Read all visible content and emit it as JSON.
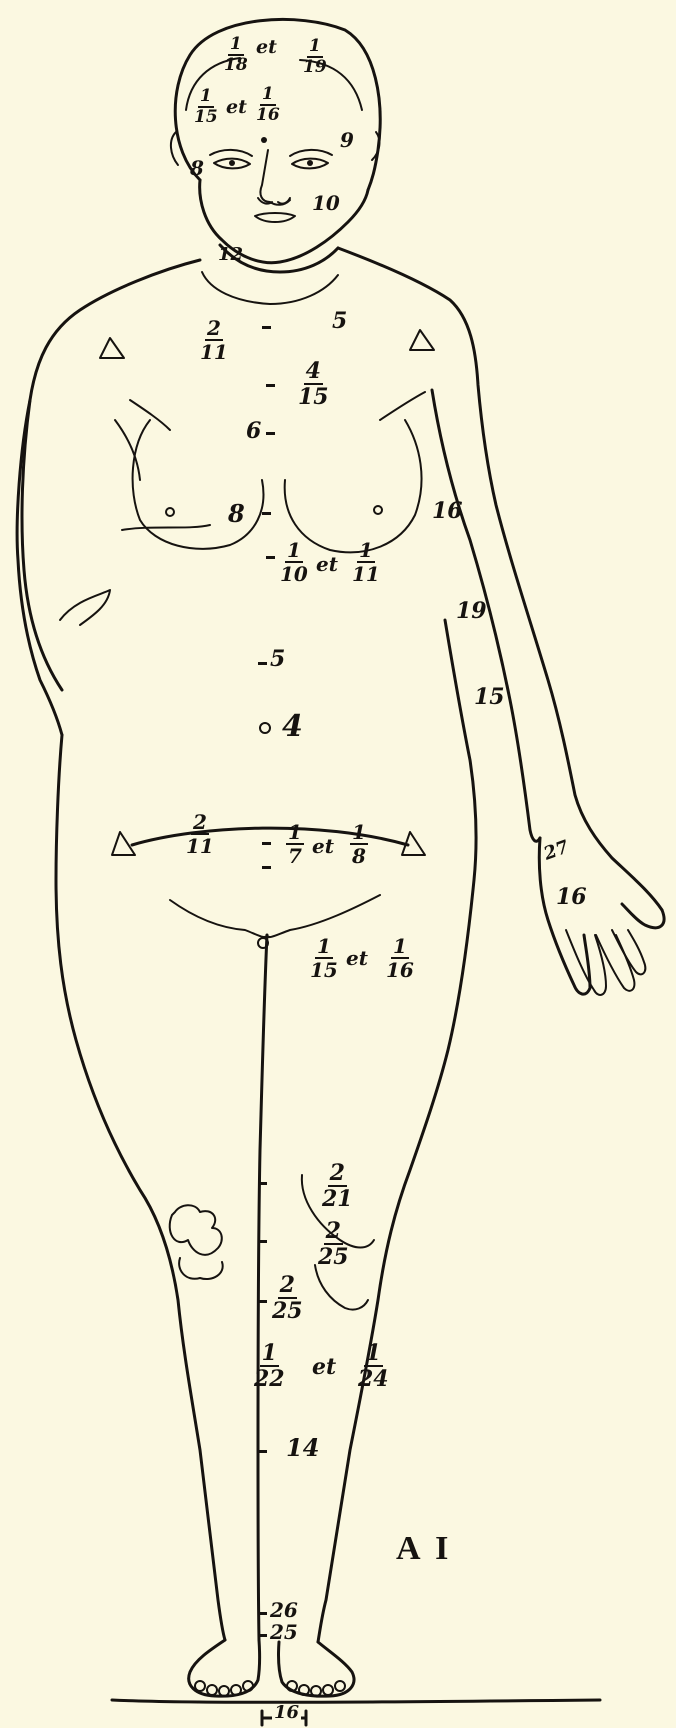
{
  "figure": {
    "plate_label": "A I",
    "head": {
      "crown_a": "1",
      "crown_et": "et",
      "crown_b": "1",
      "crown_den_left": "18",
      "crown_den_right": "19",
      "brow_num_left": "1",
      "brow_den_left": "15",
      "brow_et": "et",
      "brow_num_right": "1",
      "brow_den_right": "16",
      "temple_left": "8",
      "temple_right": "9",
      "cheek": "10",
      "chin": "12"
    },
    "torso": {
      "shoulder_num": "2",
      "shoulder_den": "11",
      "neck": "5",
      "sternum_num": "4",
      "sternum_den": "15",
      "breast_upper": "6",
      "breast_line": "8",
      "below_breast_num_a": "1",
      "below_breast_den_a": "10",
      "below_breast_et": "et",
      "below_breast_num_b": "1",
      "below_breast_den_b": "11",
      "waist": "5",
      "navel": "4",
      "hip_num": "2",
      "hip_den": "11",
      "hip_frac_num_a": "1",
      "hip_frac_den_a": "7",
      "hip_et": "et",
      "hip_frac_num_b": "1",
      "hip_frac_den_b": "8",
      "pubis_num_a": "1",
      "pubis_den_a": "15",
      "pubis_et": "et",
      "pubis_num_b": "1",
      "pubis_den_b": "16"
    },
    "arm": {
      "upper_arm": "16",
      "elbow": "19",
      "forearm": "15",
      "wrist": "27",
      "hand": "16"
    },
    "legs": {
      "thigh_num_a": "2",
      "thigh_den_a": "21",
      "thigh_num_b": "2",
      "thigh_den_b": "25",
      "knee_num": "2",
      "knee_den": "25",
      "calf_num_a": "1",
      "calf_den_a": "22",
      "calf_et": "et",
      "calf_num_b": "1",
      "calf_den_b": "24",
      "shin": "14",
      "ankle_a": "26",
      "ankle_b": "25",
      "foot_width": "16"
    }
  }
}
